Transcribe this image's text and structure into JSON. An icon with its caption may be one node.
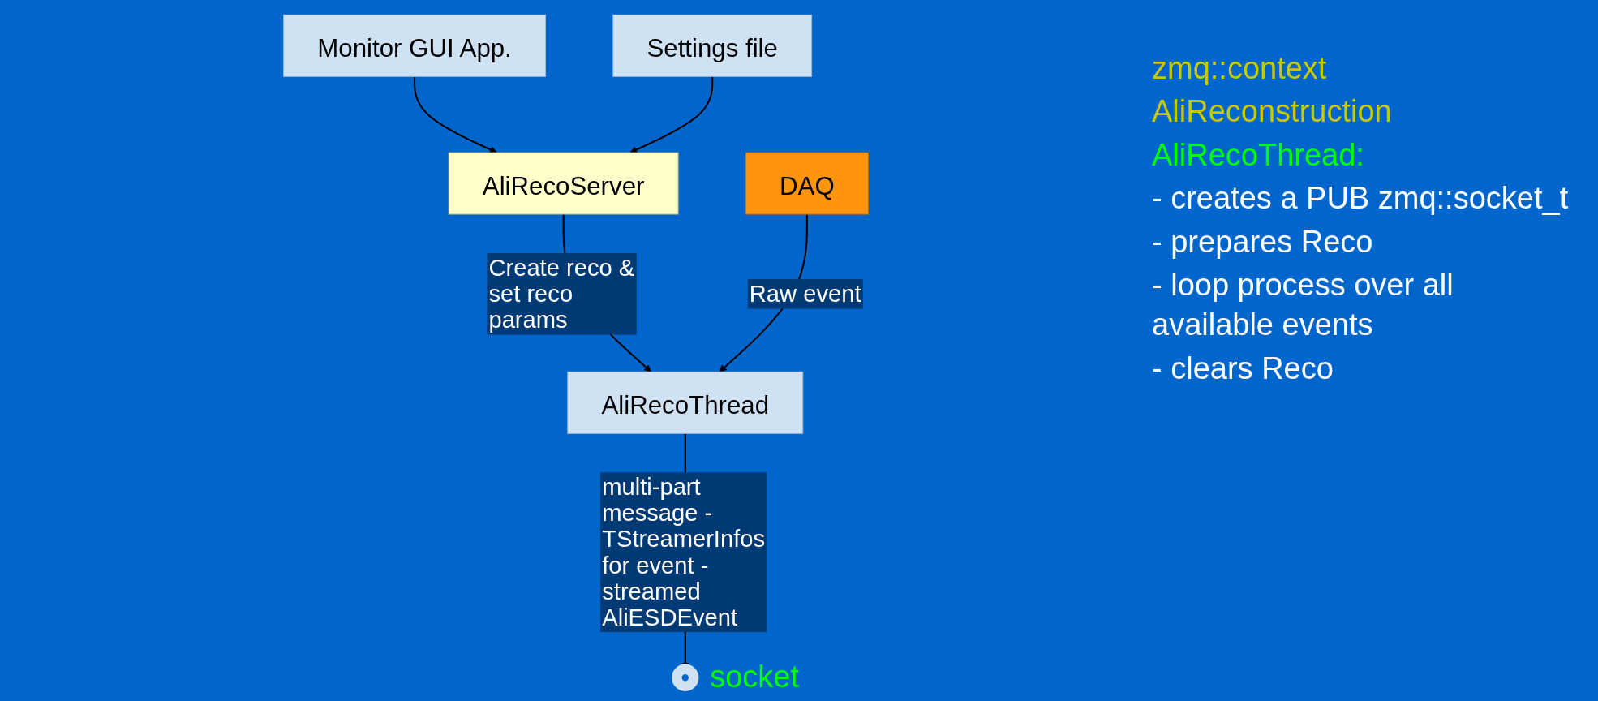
{
  "diagram": {
    "nodes": [
      {
        "text": [
          "Monitor GUI App."
        ]
      },
      {
        "text": [
          "AliRecoServer"
        ]
      },
      {
        "text": [
          "Settings file"
        ]
      },
      {
        "text": [
          "DAQ"
        ]
      },
      {
        "text": [
          "AliRecoThread"
        ]
      },
      {
        "text": [],
        "shape": "circle",
        "beside": [
          "socket"
        ]
      }
    ],
    "edges": [
      {
        "from": 0,
        "to": 1,
        "arrow": "to"
      },
      {
        "from": 2,
        "to": 1,
        "arrow": "to"
      },
      {
        "from": 1,
        "to": 4,
        "arrow": "to",
        "label": "Create reco & set reco params"
      },
      {
        "from": 3,
        "to": 4,
        "arrow": "to",
        "label": "Raw event"
      },
      {
        "from": 4,
        "to": 5,
        "arrow": "to",
        "label": "multi-part message - TStreamerInfos for event - streamed AliESDEvent"
      }
    ],
    "labels": [
      "zmq::context",
      "AliReconstruction",
      "AliRecoThread:",
      "- creates a PUB zmq::socket_t",
      "- prepares Reco",
      "- loop process over all available events",
      "- clears Reco"
    ]
  }
}
